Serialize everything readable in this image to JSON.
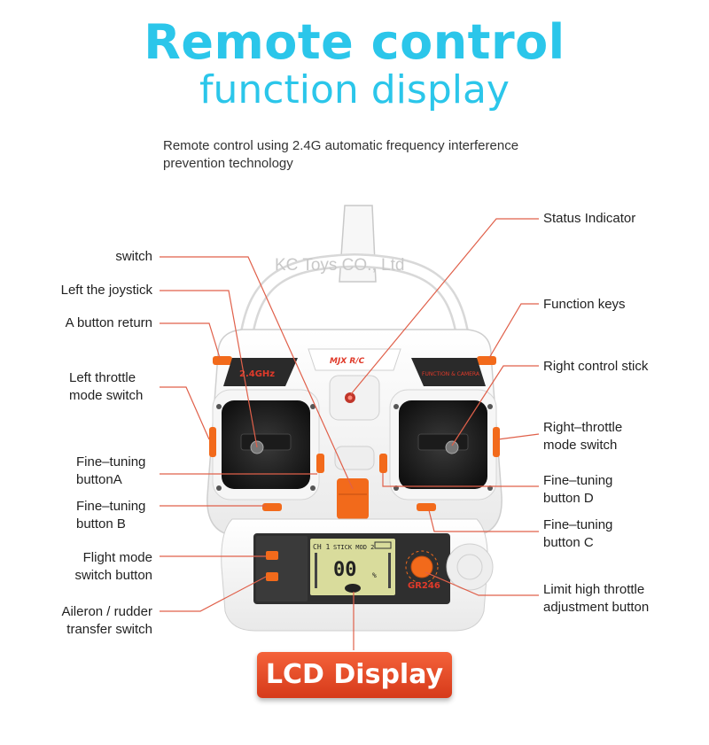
{
  "title": {
    "line1": "Remote control",
    "line2": "function display"
  },
  "subtitle": "Remote control using 2.4G automatic frequency interference prevention technology",
  "watermark": "KC Toys CO., Ltd",
  "labels": {
    "status_indicator": "Status Indicator",
    "switch": "switch",
    "left_joystick": "Left the joystick",
    "a_button_return": "A button return",
    "function_keys": "Function keys",
    "left_throttle_1": "Left throttle",
    "left_throttle_2": "mode switch",
    "right_control_stick": "Right control stick",
    "right_throttle_1": "Right–throttle",
    "right_throttle_2": "mode switch",
    "fine_a_1": "Fine–tuning",
    "fine_a_2": "buttonA",
    "fine_d_1": "Fine–tuning",
    "fine_d_2": "button D",
    "fine_b_1": "Fine–tuning",
    "fine_b_2": "button B",
    "fine_c_1": "Fine–tuning",
    "fine_c_2": "button C",
    "flight_mode_1": "Flight mode",
    "flight_mode_2": "switch button",
    "limit_throttle_1": "Limit high throttle",
    "limit_throttle_2": "adjustment button",
    "aileron_1": "Aileron / rudder",
    "aileron_2": "transfer switch"
  },
  "device": {
    "band": "2.4GHz",
    "brand": "MJX R/C",
    "function_label": "FUNCTION & CAMERA",
    "model": "GR246",
    "lcd_channel": "CH 1",
    "lcd_mode": "STICK MOD 2",
    "lcd_value": "00",
    "lcd_unit": "%"
  },
  "lcd_display_label": "LCD Display",
  "colors": {
    "accent_cyan": "#2bc6ea",
    "accent_orange": "#f26a1b",
    "leader_line": "#e0604a"
  }
}
